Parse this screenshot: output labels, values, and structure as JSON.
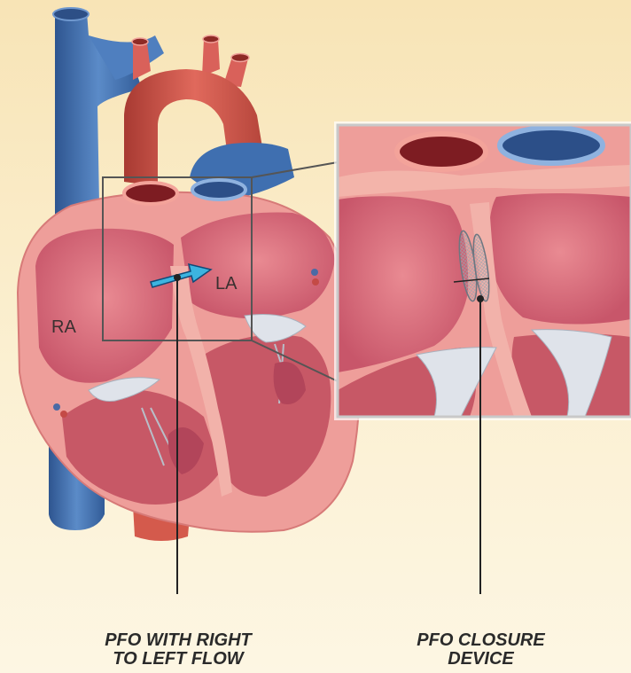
{
  "labels": {
    "ra": "RA",
    "la": "LA"
  },
  "callouts": {
    "left_line1": "PFO WITH RIGHT",
    "left_line2": "TO LEFT FLOW",
    "right_line1": "PFO CLOSURE",
    "right_line2": "DEVICE"
  },
  "colors": {
    "background": "#f9e8be",
    "vein_blue": "#3f6fb0",
    "artery_red": "#d2584e",
    "myocardium": "#ee9e9a",
    "chamber": "#d86a78",
    "flow_arrow": "#3cb4e0",
    "frame": "#555555"
  },
  "icons": {
    "flow_arrow": "right-arrow-icon",
    "closure_device": "mesh-occluder-icon"
  }
}
